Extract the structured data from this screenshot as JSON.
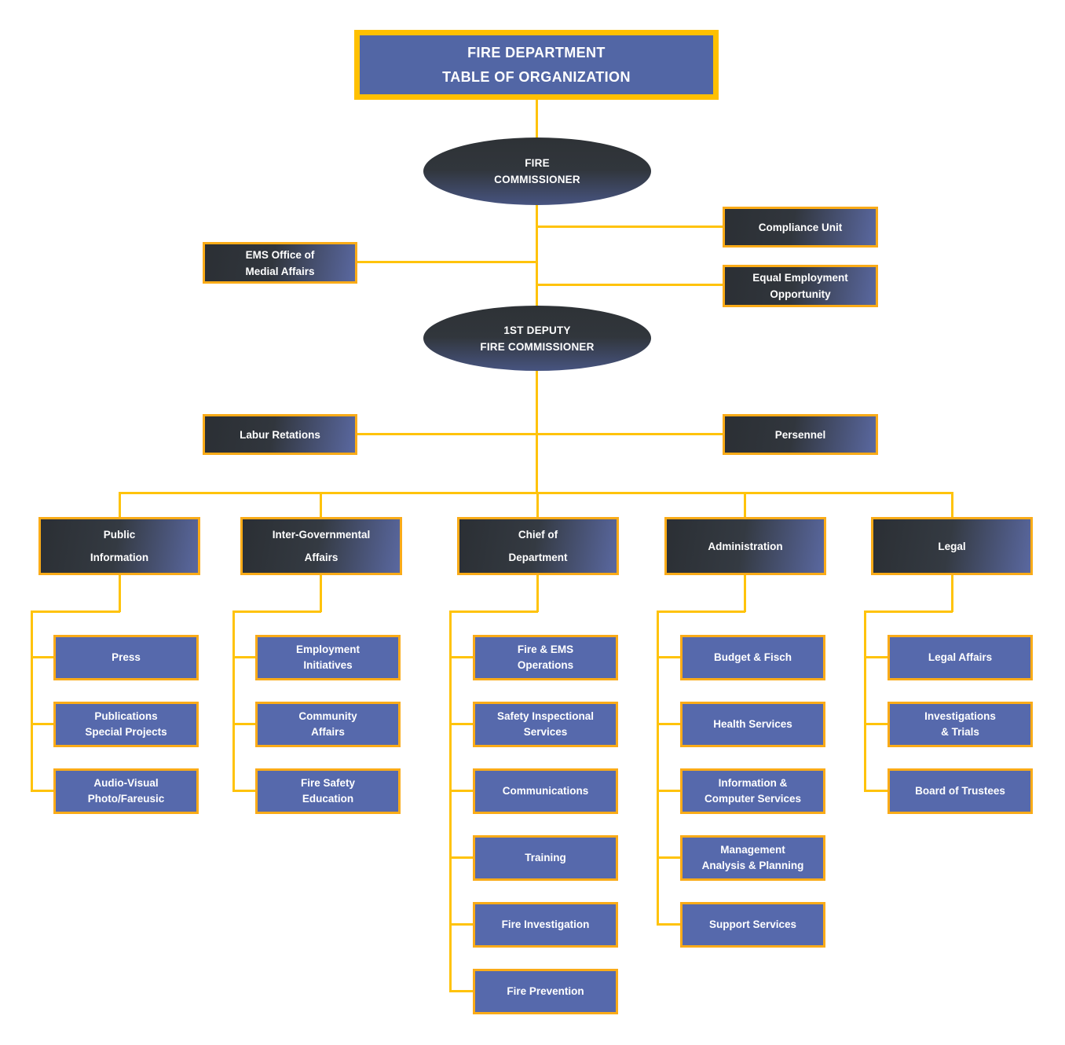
{
  "colors": {
    "background": "#FFFFFF",
    "connector_yellow": "#FFC30B",
    "box_border_yellow": "#FAAB18",
    "title_border_yellow": "#FFC000",
    "title_fill_blue": "#5266A5",
    "child_fill_blue": "#5669AC",
    "dark_gradient_start": "#2B2F34",
    "dark_gradient_end": "#5A68A0",
    "text_white": "#FFFFFF"
  },
  "title": {
    "label": "FIRE DEPARTMENT\nTABLE OF ORGANIZATION"
  },
  "org": {
    "fire_commissioner": {
      "label": "FIRE\nCOMMISSIONER"
    },
    "staff": {
      "ems_office": {
        "label": "EMS Office of\nMedial Affairs"
      },
      "compliance_unit": {
        "label": "Compliance Unit"
      },
      "equal_employment": {
        "label": "Equal Employment\nOpportunity"
      }
    },
    "first_deputy": {
      "label": "1ST DEPUTY\nFIRE COMMISSIONER"
    },
    "deputy_staff": {
      "labor_relations": {
        "label": "Labur Retations"
      },
      "personnel": {
        "label": "Persennel"
      }
    },
    "branches": [
      {
        "label": "Public\nInformation",
        "children": [
          {
            "label": "Press"
          },
          {
            "label": "Publications\nSpecial Projects"
          },
          {
            "label": "Audio-Visual\nPhoto/Fareusic"
          }
        ]
      },
      {
        "label": "Inter-Governmental\nAffairs",
        "children": [
          {
            "label": "Employment\nInitiatives"
          },
          {
            "label": "Community\nAffairs"
          },
          {
            "label": "Fire Safety\nEducation"
          }
        ]
      },
      {
        "label": "Chief of\nDepartment",
        "children": [
          {
            "label": "Fire & EMS\nOperations"
          },
          {
            "label": "Safety Inspectional\nServices"
          },
          {
            "label": "Communications"
          },
          {
            "label": "Training"
          },
          {
            "label": "Fire Investigation"
          },
          {
            "label": "Fire Prevention"
          }
        ]
      },
      {
        "label": "Administration",
        "children": [
          {
            "label": "Budget & Fisch"
          },
          {
            "label": "Health Services"
          },
          {
            "label": "Information &\nComputer Services"
          },
          {
            "label": "Management\nAnalysis & Planning"
          },
          {
            "label": "Support Services"
          }
        ]
      },
      {
        "label": "Legal",
        "children": [
          {
            "label": "Legal Affairs"
          },
          {
            "label": "Investigations\n& Trials"
          },
          {
            "label": "Board of Trustees"
          }
        ]
      }
    ]
  }
}
